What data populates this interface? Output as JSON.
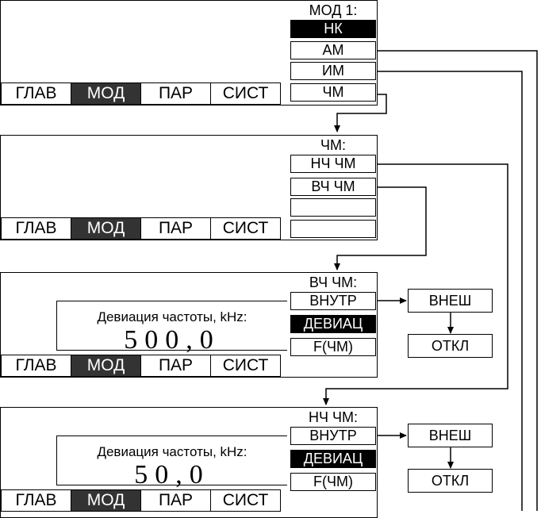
{
  "tabs": [
    "ГЛАВ",
    "МОД",
    "ПАР",
    "СИСТ"
  ],
  "active_tab": "МОД",
  "screens": [
    {
      "menu_title": "МОД 1:",
      "items": [
        "НК",
        "АМ",
        "ИМ",
        "ЧМ"
      ],
      "active_item": "НК"
    },
    {
      "menu_title": "ЧМ:",
      "items": [
        "НЧ ЧМ",
        "ВЧ ЧМ",
        "",
        ""
      ]
    },
    {
      "menu_title": "ВЧ ЧМ:",
      "items": [
        "ВНУТР",
        "ДЕВИАЦ",
        "F(ЧМ)"
      ],
      "active_item": "ДЕВИАЦ",
      "display_label": "Девиация частоты, kHz:",
      "display_value": "500,0",
      "side_options": [
        "ВНЕШ",
        "ОТКЛ"
      ]
    },
    {
      "menu_title": "НЧ ЧМ:",
      "items": [
        "ВНУТР",
        "ДЕВИАЦ",
        "F(ЧМ)"
      ],
      "active_item": "ДЕВИАЦ",
      "display_label": "Девиация частоты, kHz:",
      "display_value": "50,0",
      "side_options": [
        "ВНЕШ",
        "ОТКЛ"
      ]
    }
  ]
}
